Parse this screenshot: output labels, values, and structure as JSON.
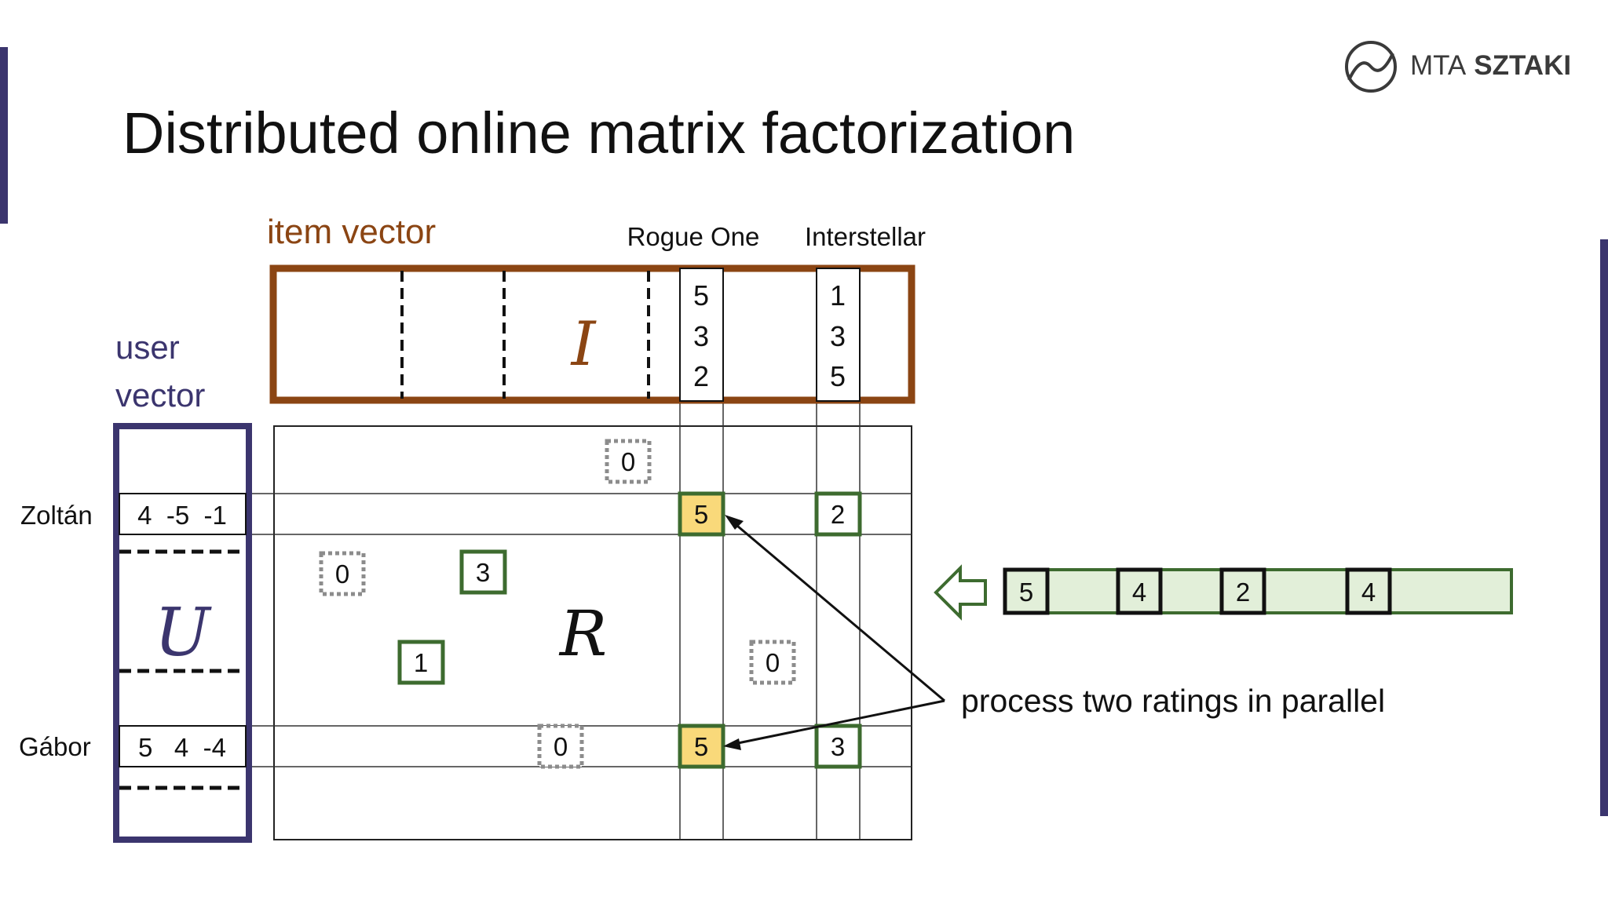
{
  "title": "Distributed online matrix factorization",
  "logo": {
    "text_light": "MTA",
    "text_bold": "SZTAKI"
  },
  "labels": {
    "item_vector": "item vector",
    "user_vector_line1": "user",
    "user_vector_line2": "vector",
    "matrix_I": "I",
    "matrix_U": "U",
    "matrix_R": "R",
    "annotation": "process two ratings in parallel"
  },
  "items": [
    {
      "name": "Rogue One",
      "vector": [
        "5",
        "3",
        "2"
      ]
    },
    {
      "name": "Interstellar",
      "vector": [
        "1",
        "3",
        "5"
      ]
    }
  ],
  "users": [
    {
      "name": "Zoltán",
      "vector": "4  -5  -1"
    },
    {
      "name": "Gábor",
      "vector": "5   4  -4"
    }
  ],
  "ratings": {
    "zoltan_rogue_one": "5",
    "zoltan_interstellar": "2",
    "gabor_rogue_one": "5",
    "gabor_interstellar": "3",
    "solid": [
      "3",
      "1"
    ],
    "dotted": [
      "0",
      "0",
      "0",
      "0"
    ]
  },
  "stream": [
    "5",
    "4",
    "2",
    "4"
  ],
  "colors": {
    "item_brown": "#8b4513",
    "user_navy": "#3b356e",
    "green": "#3d6b2f",
    "stream_fill": "#e2efd9",
    "highlight_yellow": "#f9d97a",
    "dotted_gray": "#8c8c8c"
  }
}
